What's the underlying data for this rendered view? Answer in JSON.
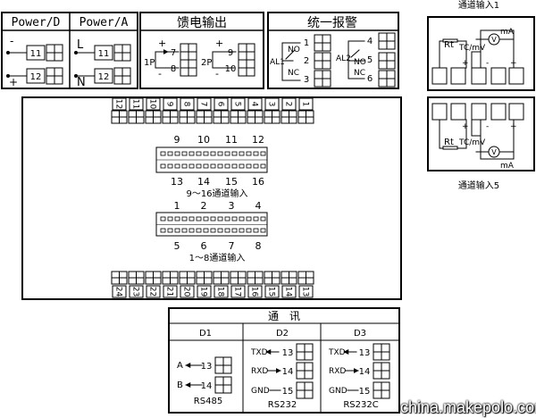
{
  "power": {
    "title_d": "Power/D",
    "title_a": "Power/A",
    "minus": "-",
    "plus": "+",
    "l": "L",
    "n": "N",
    "t11": "11",
    "t12": "12"
  },
  "feed": {
    "title": "馈电输出",
    "p1": "1P",
    "p2": "2P",
    "plus": "+",
    "minus": "-",
    "t7": "7",
    "t8": "8",
    "t9": "9",
    "t10": "10"
  },
  "alarm": {
    "title": "统一报警",
    "al1": "AL1",
    "al2": "AL2",
    "no": "NO",
    "nc": "NC",
    "t1": "1",
    "t2": "2",
    "t3": "3",
    "t4": "4",
    "t5": "5",
    "t6": "6"
  },
  "input1": {
    "label": "通道输入1",
    "rt": "Rt",
    "tcmv": "TC/mV",
    "ma": "mA",
    "v": "V",
    "plus": "+",
    "minus": "-"
  },
  "input5": {
    "label": "通道输入5",
    "rt": "Rt",
    "tcmv": "TC/mV",
    "ma": "mA",
    "v": "V",
    "plus": "+",
    "minus": "-"
  },
  "main": {
    "top_terms": [
      "12",
      "11",
      "10",
      "9",
      "8",
      "7",
      "6",
      "5",
      "4",
      "3",
      "2",
      "1"
    ],
    "bottom_terms": [
      "24",
      "23",
      "22",
      "21",
      "20",
      "19",
      "18",
      "17",
      "16",
      "15",
      "14",
      "13"
    ],
    "conn_upper_top": [
      "9",
      "10",
      "11",
      "12"
    ],
    "conn_upper_bottom": [
      "13",
      "14",
      "15",
      "16"
    ],
    "conn_upper_label": "9～16通道输入",
    "conn_lower_top": [
      "1",
      "2",
      "3",
      "4"
    ],
    "conn_lower_bottom": [
      "5",
      "6",
      "7",
      "8"
    ],
    "conn_lower_label": "1～8通道输入"
  },
  "comm": {
    "title": "通　讯",
    "d1": "D1",
    "d2": "D2",
    "d3": "D3",
    "a": "A",
    "b": "B",
    "t13": "13",
    "t14": "14",
    "t15": "15",
    "rs485": "RS485",
    "rs232": "RS232",
    "rs232c": "RS232C",
    "txd": "TXD",
    "rxd": "RXD",
    "gnd": "GND"
  },
  "watermark": "china.makepolo.com"
}
